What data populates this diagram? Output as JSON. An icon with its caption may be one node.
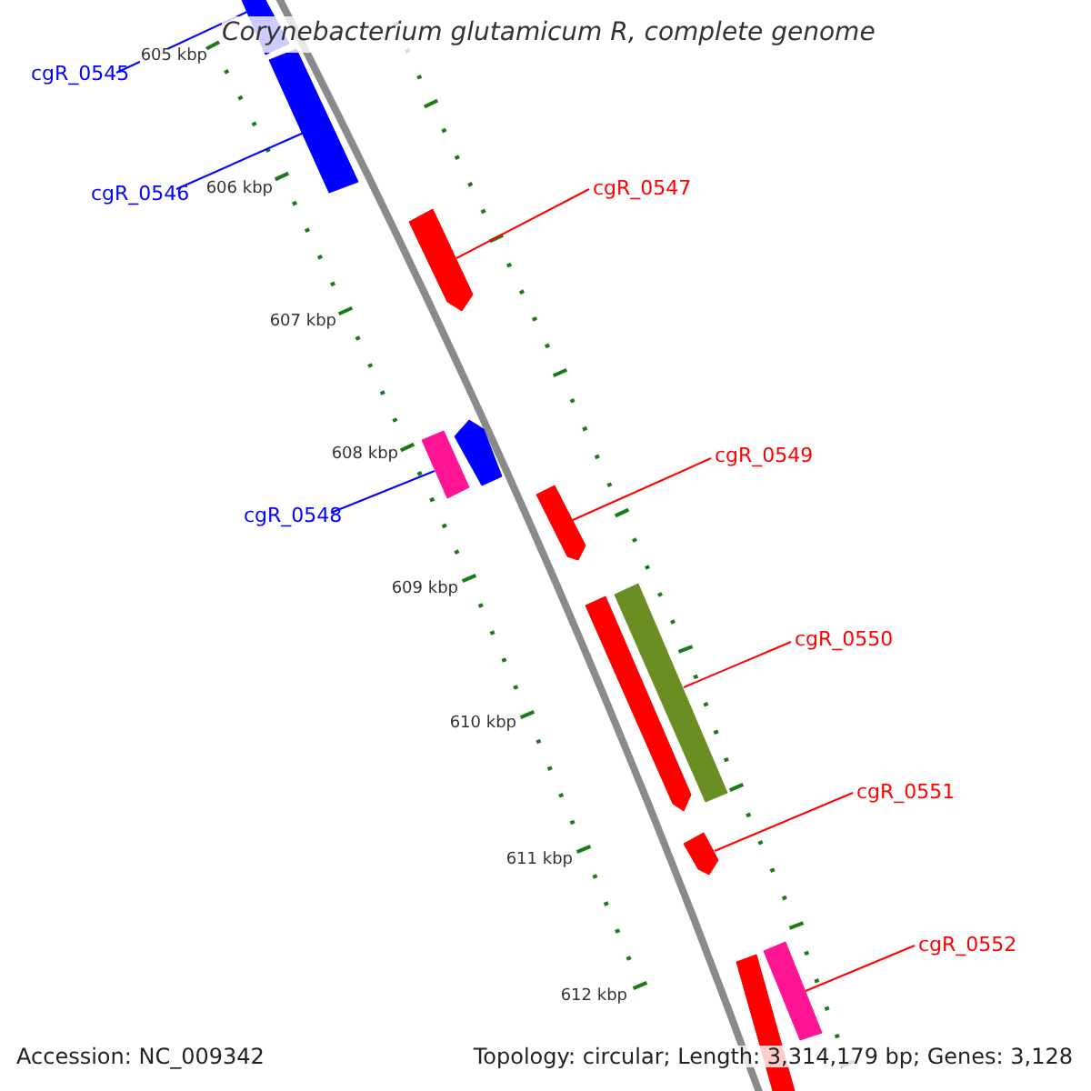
{
  "diagram": {
    "title": "Corynebacterium glutamicum R, complete genome",
    "nodes": [
      {
        "text": [
          "cgR_0545"
        ]
      },
      {
        "text": [
          "cgR_0546"
        ]
      },
      {
        "text": [
          "cgR_0547"
        ]
      },
      {
        "text": [
          "cgR_0548"
        ]
      },
      {
        "text": [
          "cgR_0549"
        ]
      },
      {
        "text": [
          "cgR_0550"
        ]
      },
      {
        "text": [
          "cgR_0551"
        ]
      },
      {
        "text": [
          "cgR_0552"
        ]
      },
      {
        "text": [],
        "shape": "bar"
      },
      {
        "text": [],
        "shape": "bar"
      },
      {
        "text": [],
        "shape": "bar"
      },
      {
        "text": [],
        "shape": "bar"
      },
      {
        "text": [],
        "shape": "bar"
      },
      {
        "text": [],
        "shape": "bar"
      },
      {
        "text": [],
        "shape": "bar"
      },
      {
        "text": [],
        "shape": "bar"
      },
      {
        "text": [],
        "shape": "bar"
      },
      {
        "text": [],
        "shape": "bar"
      },
      {
        "text": [],
        "shape": "bar"
      }
    ],
    "edges": [
      {
        "from": 0,
        "to": 8,
        "arrow": "none",
        "color": "#0000ff"
      },
      {
        "from": 1,
        "to": 9,
        "arrow": "none",
        "color": "#0000ff"
      },
      {
        "from": 2,
        "to": 10,
        "arrow": "none"
      },
      {
        "from": 3,
        "to": 11,
        "arrow": "none",
        "color": "#0000ff"
      },
      {
        "from": 4,
        "to": 13,
        "arrow": "none"
      },
      {
        "from": 5,
        "to": 15,
        "arrow": "none"
      },
      {
        "from": 6,
        "to": 16,
        "arrow": "none"
      },
      {
        "from": 7,
        "to": 18,
        "arrow": "none"
      }
    ],
    "labels": [
      "605 kbp",
      "606 kbp",
      "607 kbp",
      "608 kbp",
      "609 kbp",
      "610 kbp",
      "611 kbp",
      "612 kbp",
      "Accession: NC_009342",
      "Topology: circular; Length: 3,314,179 bp; Genes: 3,128"
    ]
  }
}
